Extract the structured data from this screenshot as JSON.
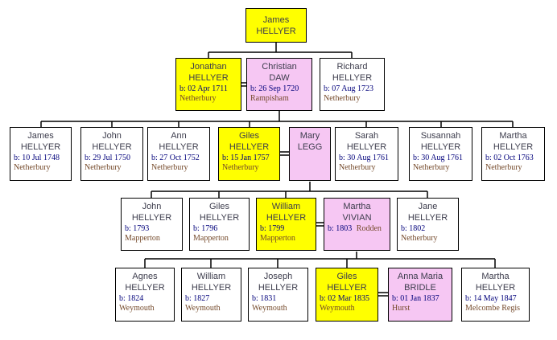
{
  "colors": {
    "box_yellow": "#FFFF00",
    "box_pink": "#F6C7F3",
    "box_white": "#FFFFFF",
    "line_black": "#000000",
    "text_name": "#3C3C4C",
    "text_birth": "#00007B",
    "text_place": "#74492A"
  },
  "people": [
    {
      "given": "James",
      "surname": "HELLYER"
    },
    {
      "given": "Jonathan",
      "surname": "HELLYER",
      "birth": "b: 02 Apr 1711",
      "place": "Netherbury"
    },
    {
      "given": "Christian",
      "surname": "DAW",
      "birth": "b: 26 Sep 1720",
      "place": "Rampisham"
    },
    {
      "given": "Richard",
      "surname": "HELLYER",
      "birth": "b: 07 Aug 1723",
      "place": "Netherbury"
    },
    {
      "given": "James",
      "surname": "HELLYER",
      "birth": "b: 10 Jul 1748",
      "place": "Netherbury"
    },
    {
      "given": "John",
      "surname": "HELLYER",
      "birth": "b: 29 Jul 1750",
      "place": "Netherbury"
    },
    {
      "given": "Ann",
      "surname": "HELLYER",
      "birth": "b: 27 Oct 1752",
      "place": "Netherbury"
    },
    {
      "given": "Giles",
      "surname": "HELLYER",
      "birth": "b: 15 Jan 1757",
      "place": "Netherbury"
    },
    {
      "given": "Mary",
      "surname": "LEGG"
    },
    {
      "given": "Sarah",
      "surname": "HELLYER",
      "birth": "b: 30 Aug 1761",
      "place": "Netherbury"
    },
    {
      "given": "Susannah",
      "surname": "HELLYER",
      "birth": "b: 30 Aug 1761",
      "place": "Netherbury"
    },
    {
      "given": "Martha",
      "surname": "HELLYER",
      "birth": "b: 02 Oct 1763",
      "place": "Netherbury"
    },
    {
      "given": "John",
      "surname": "HELLYER",
      "birth": "b: 1793",
      "place": "Mapperton"
    },
    {
      "given": "Giles",
      "surname": "HELLYER",
      "birth": "b: 1796",
      "place": "Mapperton"
    },
    {
      "given": "William",
      "surname": "HELLYER",
      "birth": "b: 1799",
      "place": "Mapperton"
    },
    {
      "given": "Martha",
      "surname": "VIVIAN",
      "birth": "b: 1803",
      "place": "Rodden"
    },
    {
      "given": "Jane",
      "surname": "HELLYER",
      "birth": "b: 1802",
      "place": "Netherbury"
    },
    {
      "given": "Agnes",
      "surname": "HELLYER",
      "birth": "b: 1824",
      "place": "Weymouth"
    },
    {
      "given": "William",
      "surname": "HELLYER",
      "birth": "b: 1827",
      "place": "Weymouth"
    },
    {
      "given": "Joseph",
      "surname": "HELLYER",
      "birth": "b: 1831",
      "place": "Weymouth"
    },
    {
      "given": "Giles",
      "surname": "HELLYER",
      "birth": "b: 02 Mar 1835",
      "place": "Weymouth"
    },
    {
      "given": "Anna Maria",
      "surname": "BRIDLE",
      "birth": "b: 01 Jan 1837",
      "place": "Hurst"
    },
    {
      "given": "Martha",
      "surname": "HELLYER",
      "birth": "b: 14 May 1847",
      "place": "Melcombe Regis"
    }
  ]
}
